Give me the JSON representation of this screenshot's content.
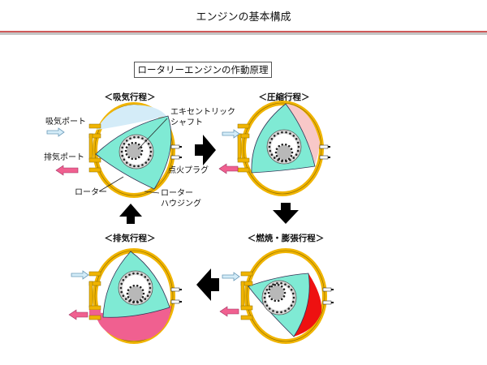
{
  "header": {
    "title": "エンジンの基本構成"
  },
  "subtitle": "ロータリーエンジンの作動原理",
  "stages": [
    {
      "id": "intake",
      "label": "＜吸気行程＞"
    },
    {
      "id": "compression",
      "label": "＜圧縮行程＞"
    },
    {
      "id": "combustion",
      "label": "＜燃焼・膨張行程＞"
    },
    {
      "id": "exhaust",
      "label": "＜排気行程＞"
    }
  ],
  "part_labels": {
    "intake_port": "吸気ポート",
    "exhaust_port": "排気ポート",
    "eccentric_shaft_line1": "エキセントリック",
    "eccentric_shaft_line2": "シャフト",
    "spark_plug": "点火プラグ",
    "rotor": "ローター",
    "rotor_housing_line1": "ローター",
    "rotor_housing_line2": "ハウジング"
  },
  "flow_arrows": [
    "right",
    "down",
    "left",
    "up"
  ],
  "colors": {
    "housing": "#f0b400",
    "rotor": "#7fead4",
    "intake_gas": "#d4ecf8",
    "compressed_gas": "#f8c8c8",
    "combustion": "#ee1111",
    "exhaust_gas": "#f06090",
    "gear": "#c8c8c8",
    "rule_red": "#d05a5a",
    "rule_gray": "#c4c4c4"
  }
}
